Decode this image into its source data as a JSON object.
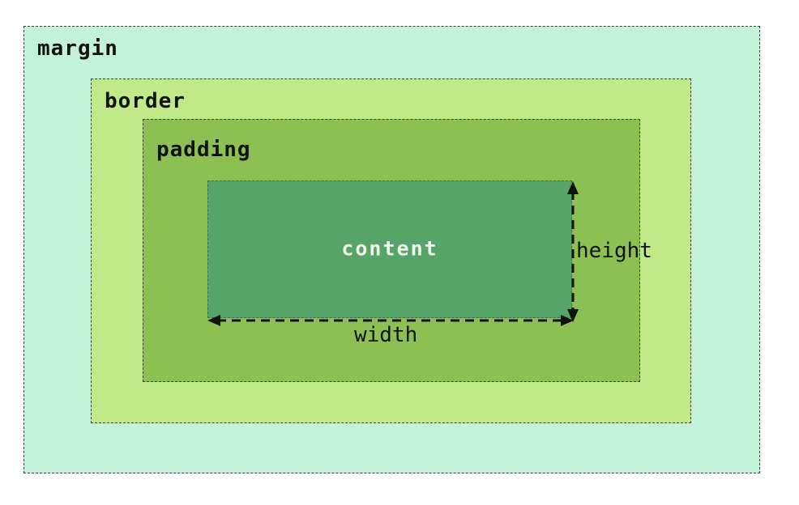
{
  "diagram": {
    "layers": {
      "margin": {
        "label": "margin",
        "color": "#c3f2d8"
      },
      "border": {
        "label": "border",
        "color": "#c0e987"
      },
      "padding": {
        "label": "padding",
        "color": "#8cc052"
      },
      "content": {
        "label": "content",
        "color": "#57a468"
      }
    },
    "annotations": {
      "width_label": "width",
      "height_label": "height"
    },
    "colors": {
      "page_background": "#ffffff",
      "dashed_border": "#3e3e3e",
      "layer_label_text": "#121212",
      "content_label_text": "#f1f7ee",
      "arrow": "#121212"
    }
  }
}
